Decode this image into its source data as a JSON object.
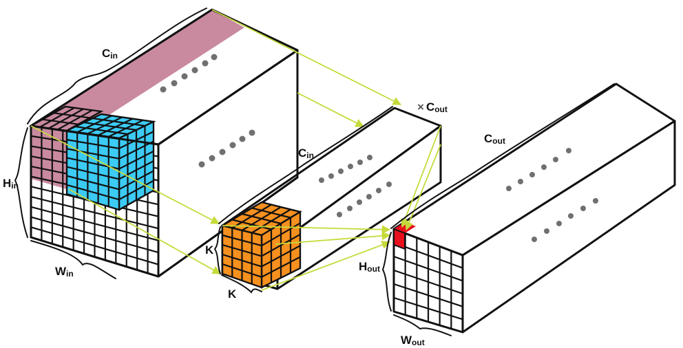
{
  "colors": {
    "input_volume": "#3ccbf4",
    "input_slice": "#c98aa0",
    "kernel": "#f6901e",
    "output_volume": "#52d4a4",
    "output_cell": "#e8101c",
    "arrow": "#c6da3a",
    "outline": "#111111",
    "dots": "#707070"
  },
  "labels": {
    "input_channels": {
      "main": "C",
      "sub": "in"
    },
    "input_height": {
      "main": "H",
      "sub": "in"
    },
    "input_width": {
      "main": "W",
      "sub": "in"
    },
    "kernel_channels": {
      "main": "C",
      "sub": "in"
    },
    "kernel_count": {
      "prefix": "×",
      "main": "C",
      "sub": "out"
    },
    "kernel_height": {
      "main": "K"
    },
    "kernel_width": {
      "main": "K"
    },
    "output_channels": {
      "main": "C",
      "sub": "out"
    },
    "output_height": {
      "main": "H",
      "sub": "out"
    },
    "output_width": {
      "main": "W",
      "sub": "out"
    }
  },
  "icons": {
    "ellipsis": "ellipsis-dots-icon",
    "arrow": "arrow-icon"
  }
}
